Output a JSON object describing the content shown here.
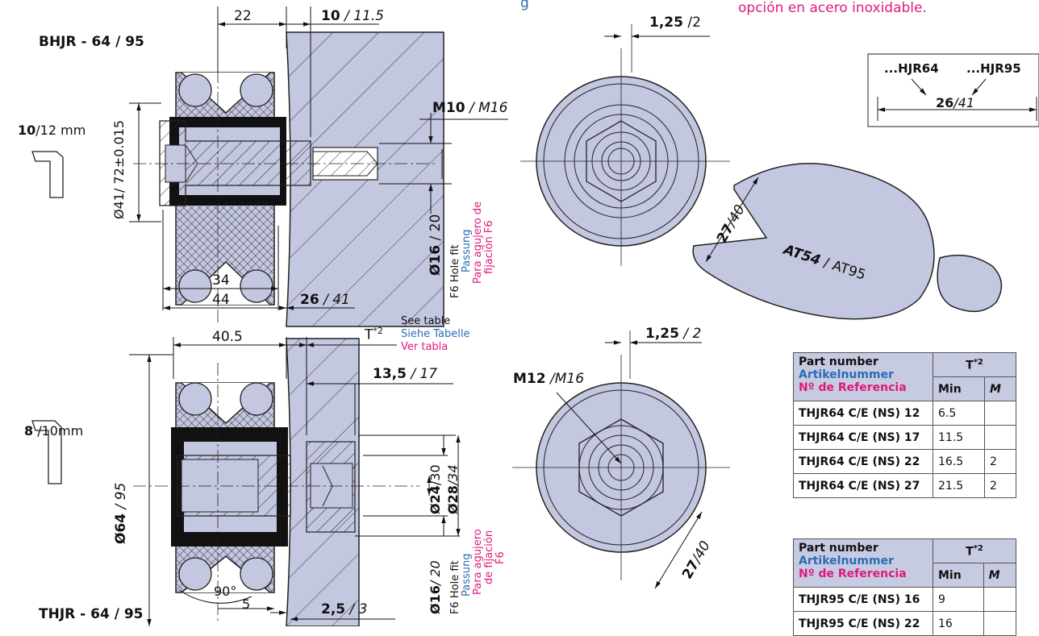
{
  "top_right_note": "opción en acero inoxidable.",
  "top_center_fragment": "g",
  "upper": {
    "model": "BHJR - 64 / 95",
    "hex_key": {
      "bold": "10",
      "rest": "/12 mm"
    },
    "dim_22": "22",
    "dim_10": {
      "bold": "10",
      "rest": " / 11.5"
    },
    "dim_m10": {
      "bold": "M10",
      "rest": " / M16"
    },
    "dim_dia41": "Ø41/ 72±0.015",
    "dim_dia16": {
      "bold": "Ø16",
      "rest": " / 20"
    },
    "fit_en": "F6 Hole fit",
    "fit_de": "Passung",
    "fit_es_1": "Para agujero de",
    "fit_es_2": "fijación F6",
    "dim_34": "34",
    "dim_44": "44",
    "dim_26": {
      "bold": "26",
      "rest": " / 41"
    },
    "dim_125": {
      "bold": "1,25",
      "rest": " /2"
    },
    "dim_27": {
      "bold": "27",
      "rest": "/40"
    },
    "wrench": {
      "bold": "AT54",
      "rest": " / AT95"
    }
  },
  "inset": {
    "left": "...HJR64",
    "right": "...HJR95",
    "dim": {
      "bold": "26",
      "rest": "/41"
    }
  },
  "lower": {
    "model": "THJR - 64 / 95",
    "hex_key": {
      "bold": "8",
      "rest": " /10mm"
    },
    "dim_405": "40.5",
    "dim_t": "T",
    "dim_t_sup": "*2",
    "see_en": "See table",
    "see_de": "Siehe Tabelle",
    "see_es": "Ver tabla",
    "dim_135": {
      "bold": "13,5",
      "rest": " / 17"
    },
    "dim_125": {
      "bold": "1,25",
      "rest": " / 2"
    },
    "dim_m12": {
      "bold": "M12",
      "rest": " /M16"
    },
    "dim_dia64": {
      "bold": "Ø64",
      "rest": " / 95"
    },
    "dim_dia24": {
      "bold": "Ø24",
      "rest": "/30"
    },
    "dim_dia28": {
      "bold": "Ø28",
      "rest": "/34"
    },
    "dim_dia16": {
      "bold": "Ø16",
      "rest": "/ 20"
    },
    "fit_en": "F6 Hole fit",
    "fit_de": "Passung",
    "fit_es_1": "Para agujero",
    "fit_es_2": "de fijación",
    "fit_es_3": "F6",
    "dim_90": "90°",
    "dim_5": "5",
    "dim_25": {
      "bold": "2,5",
      "rest": " / 3"
    },
    "dim_27": {
      "bold": "27",
      "rest": "/40"
    }
  },
  "table1": {
    "h_en": "Part number",
    "h_de": "Artikelnummer",
    "h_es": "Nº de Referencia",
    "h_t": "T",
    "h_t_sup": "*2",
    "h_min": "Min",
    "h_max": "M",
    "rows": [
      {
        "part": "THJR64 C/E (NS) 12",
        "min": "6.5",
        "max": ""
      },
      {
        "part": "THJR64 C/E (NS) 17",
        "min": "11.5",
        "max": ""
      },
      {
        "part": "THJR64 C/E (NS) 22",
        "min": "16.5",
        "max": "2"
      },
      {
        "part": "THJR64 C/E (NS) 27",
        "min": "21.5",
        "max": "2"
      }
    ]
  },
  "table2": {
    "h_en": "Part number",
    "h_de": "Artikelnummer",
    "h_es": "Nº de Referencia",
    "h_t": "T",
    "h_t_sup": "*2",
    "h_min": "Min",
    "h_max": "M",
    "rows": [
      {
        "part": "THJR95 C/E (NS) 16",
        "min": "9",
        "max": ""
      },
      {
        "part": "THJR95 C/E (NS) 22",
        "min": "16",
        "max": ""
      }
    ]
  }
}
